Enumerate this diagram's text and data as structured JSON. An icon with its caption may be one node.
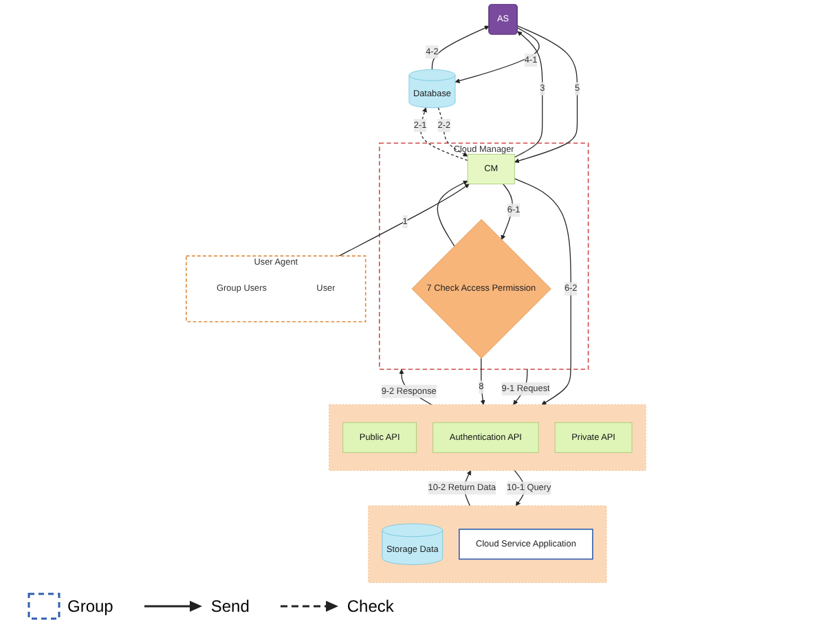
{
  "diagram": {
    "nodes": [
      {
        "text": [
          "Database"
        ]
      },
      {
        "text": [
          "User Agent"
        ]
      },
      {
        "text": [
          "Group Users"
        ],
        "in": 1
      },
      {
        "text": [
          "User"
        ],
        "in": 1
      },
      {
        "text": [
          "AS"
        ]
      },
      {
        "text": [
          "Cloud Manager"
        ]
      },
      {
        "text": [
          "CM"
        ],
        "in": 5
      },
      {
        "text": [
          "7  Check Access Permission"
        ],
        "in": 5
      },
      {
        "text": [],
        "shape": "box"
      },
      {
        "text": [
          "Public API"
        ],
        "in": 8
      },
      {
        "text": [
          "Authentication API"
        ],
        "in": 8
      },
      {
        "text": [
          "Private API"
        ],
        "in": 8
      },
      {
        "text": [],
        "shape": "box"
      },
      {
        "text": [
          "Storage Data"
        ],
        "in": 12
      },
      {
        "text": [
          "Cloud Service Application"
        ],
        "in": 12
      }
    ],
    "edges": [
      {
        "from": 0,
        "to": 4,
        "arrow": "to",
        "label": "4-2"
      },
      {
        "from": 4,
        "to": 0,
        "arrow": "to",
        "label": "4-1"
      },
      {
        "from": 6,
        "to": 0,
        "arrow": "to",
        "label": "2-1",
        "style": "dashed"
      },
      {
        "from": 0,
        "to": 6,
        "arrow": "to",
        "label": "2-2",
        "style": "dashed"
      },
      {
        "from": 6,
        "to": 4,
        "arrow": "to",
        "label": "3"
      },
      {
        "from": 4,
        "to": 6,
        "arrow": "to",
        "label": "5"
      },
      {
        "from": 1,
        "to": 6,
        "arrow": "to",
        "label": "1"
      },
      {
        "from": 6,
        "to": 7,
        "arrow": "to",
        "label": "6-1"
      },
      {
        "from": 7,
        "to": 6,
        "arrow": "to"
      },
      {
        "from": 6,
        "to": 8,
        "arrow": "to",
        "label": "6-2"
      },
      {
        "from": 7,
        "to": 8,
        "arrow": "to",
        "label": "8"
      },
      {
        "from": 5,
        "to": 8,
        "arrow": "to",
        "label": "9-1 Request"
      },
      {
        "from": 8,
        "to": 5,
        "arrow": "to",
        "label": "9-2 Response"
      },
      {
        "from": 8,
        "to": 12,
        "arrow": "to",
        "label": "10-1 Query"
      },
      {
        "from": 12,
        "to": 8,
        "arrow": "to",
        "label": "10-2 Return Data"
      }
    ],
    "legend": [
      {
        "text": "Group"
      },
      {
        "text": "Send"
      },
      {
        "text": "Check"
      }
    ]
  }
}
